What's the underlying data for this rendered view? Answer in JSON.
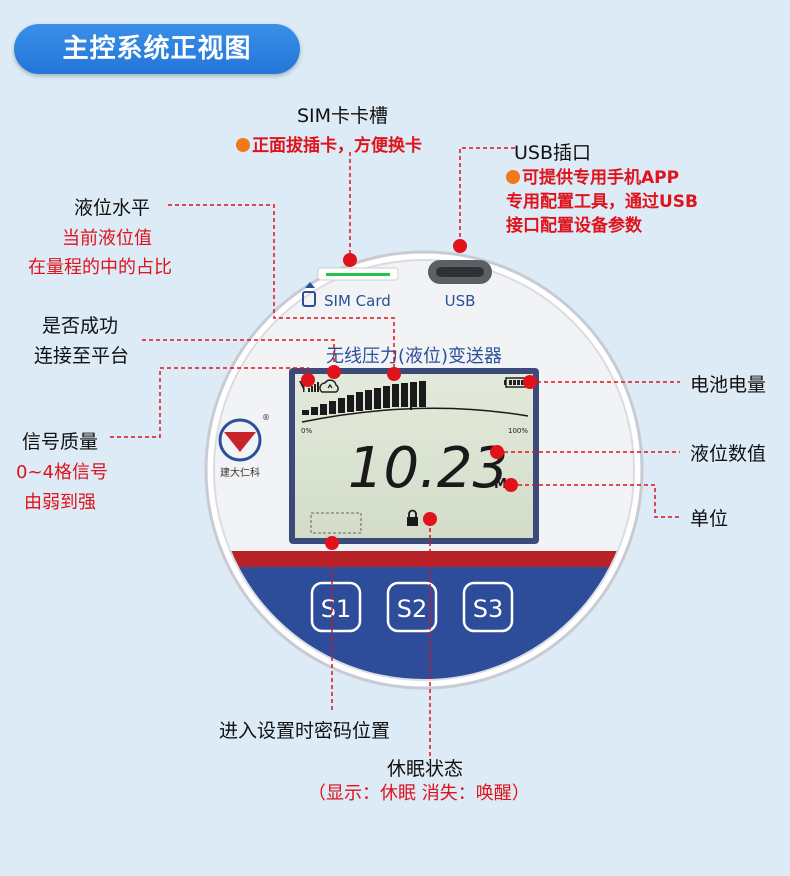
{
  "title": "主控系统正视图",
  "callouts": {
    "sim_slot": {
      "label": "SIM卡卡槽",
      "desc": "正面拔插卡，方便换卡"
    },
    "usb_port": {
      "label": "USB插口",
      "desc_lines": [
        "可提供专用手机APP",
        "专用配置工具，通过USB",
        "接口配置设备参数"
      ]
    },
    "level_bar": {
      "label": "液位水平",
      "desc_lines": [
        "当前液位值",
        "在量程的中的占比"
      ]
    },
    "platform": {
      "label_lines": [
        "是否成功",
        "连接至平台"
      ]
    },
    "signal": {
      "label": "信号质量",
      "desc_lines": [
        "0~4格信号",
        "由弱到强"
      ]
    },
    "battery": {
      "label": "电池电量"
    },
    "level_value": {
      "label": "液位数值"
    },
    "unit": {
      "label": "单位"
    },
    "password": {
      "label": "进入设置时密码位置"
    },
    "sleep": {
      "label": "休眠状态",
      "desc": "（显示：休眠 消失：唤醒）"
    }
  },
  "device": {
    "sim_label": "SIM Card",
    "usb_label": "USB",
    "product_name": "无线压力(液位)变送器",
    "brand": "建大仁科",
    "display_value": "10.23",
    "display_unit": "M",
    "scale_min": "0%",
    "scale_max": "100%",
    "buttons": [
      "S1",
      "S2",
      "S3"
    ]
  },
  "colors": {
    "accent": "#2376d8",
    "callout_red": "#e0121b",
    "dot_orange": "#f07a19",
    "band_red": "#b8232a",
    "band_blue": "#2d4d9a"
  }
}
